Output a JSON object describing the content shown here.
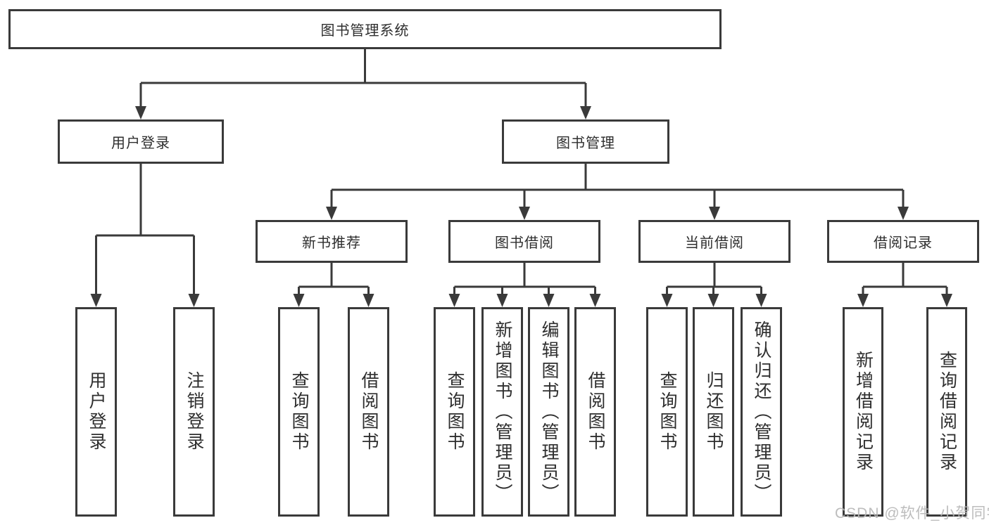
{
  "colors": {
    "line": "#3a3a3a",
    "border": "#3a3a3a",
    "text": "#2e2e2e",
    "background": "#ffffff",
    "watermark": "#b7b7b7"
  },
  "watermark": {
    "text": "CSDN @软件_小贺同学"
  },
  "tree": {
    "root": {
      "label": "图书管理系统"
    },
    "branches": [
      {
        "label": "用户登录",
        "children": [
          {
            "label": "用户登录"
          },
          {
            "label": "注销登录"
          }
        ]
      },
      {
        "label": "图书管理",
        "children": [
          {
            "label": "新书推荐",
            "children": [
              {
                "label": "查询图书"
              },
              {
                "label": "借阅图书"
              }
            ]
          },
          {
            "label": "图书借阅",
            "children": [
              {
                "label": "查询图书"
              },
              {
                "label": "新增图书（管理员）"
              },
              {
                "label": "编辑图书（管理员）"
              },
              {
                "label": "借阅图书"
              }
            ]
          },
          {
            "label": "当前借阅",
            "children": [
              {
                "label": "查询图书"
              },
              {
                "label": "归还图书"
              },
              {
                "label": "确认归还（管理员）"
              }
            ]
          },
          {
            "label": "借阅记录",
            "children": [
              {
                "label": "新增借阅记录"
              },
              {
                "label": "查询借阅记录"
              }
            ]
          }
        ]
      }
    ]
  }
}
